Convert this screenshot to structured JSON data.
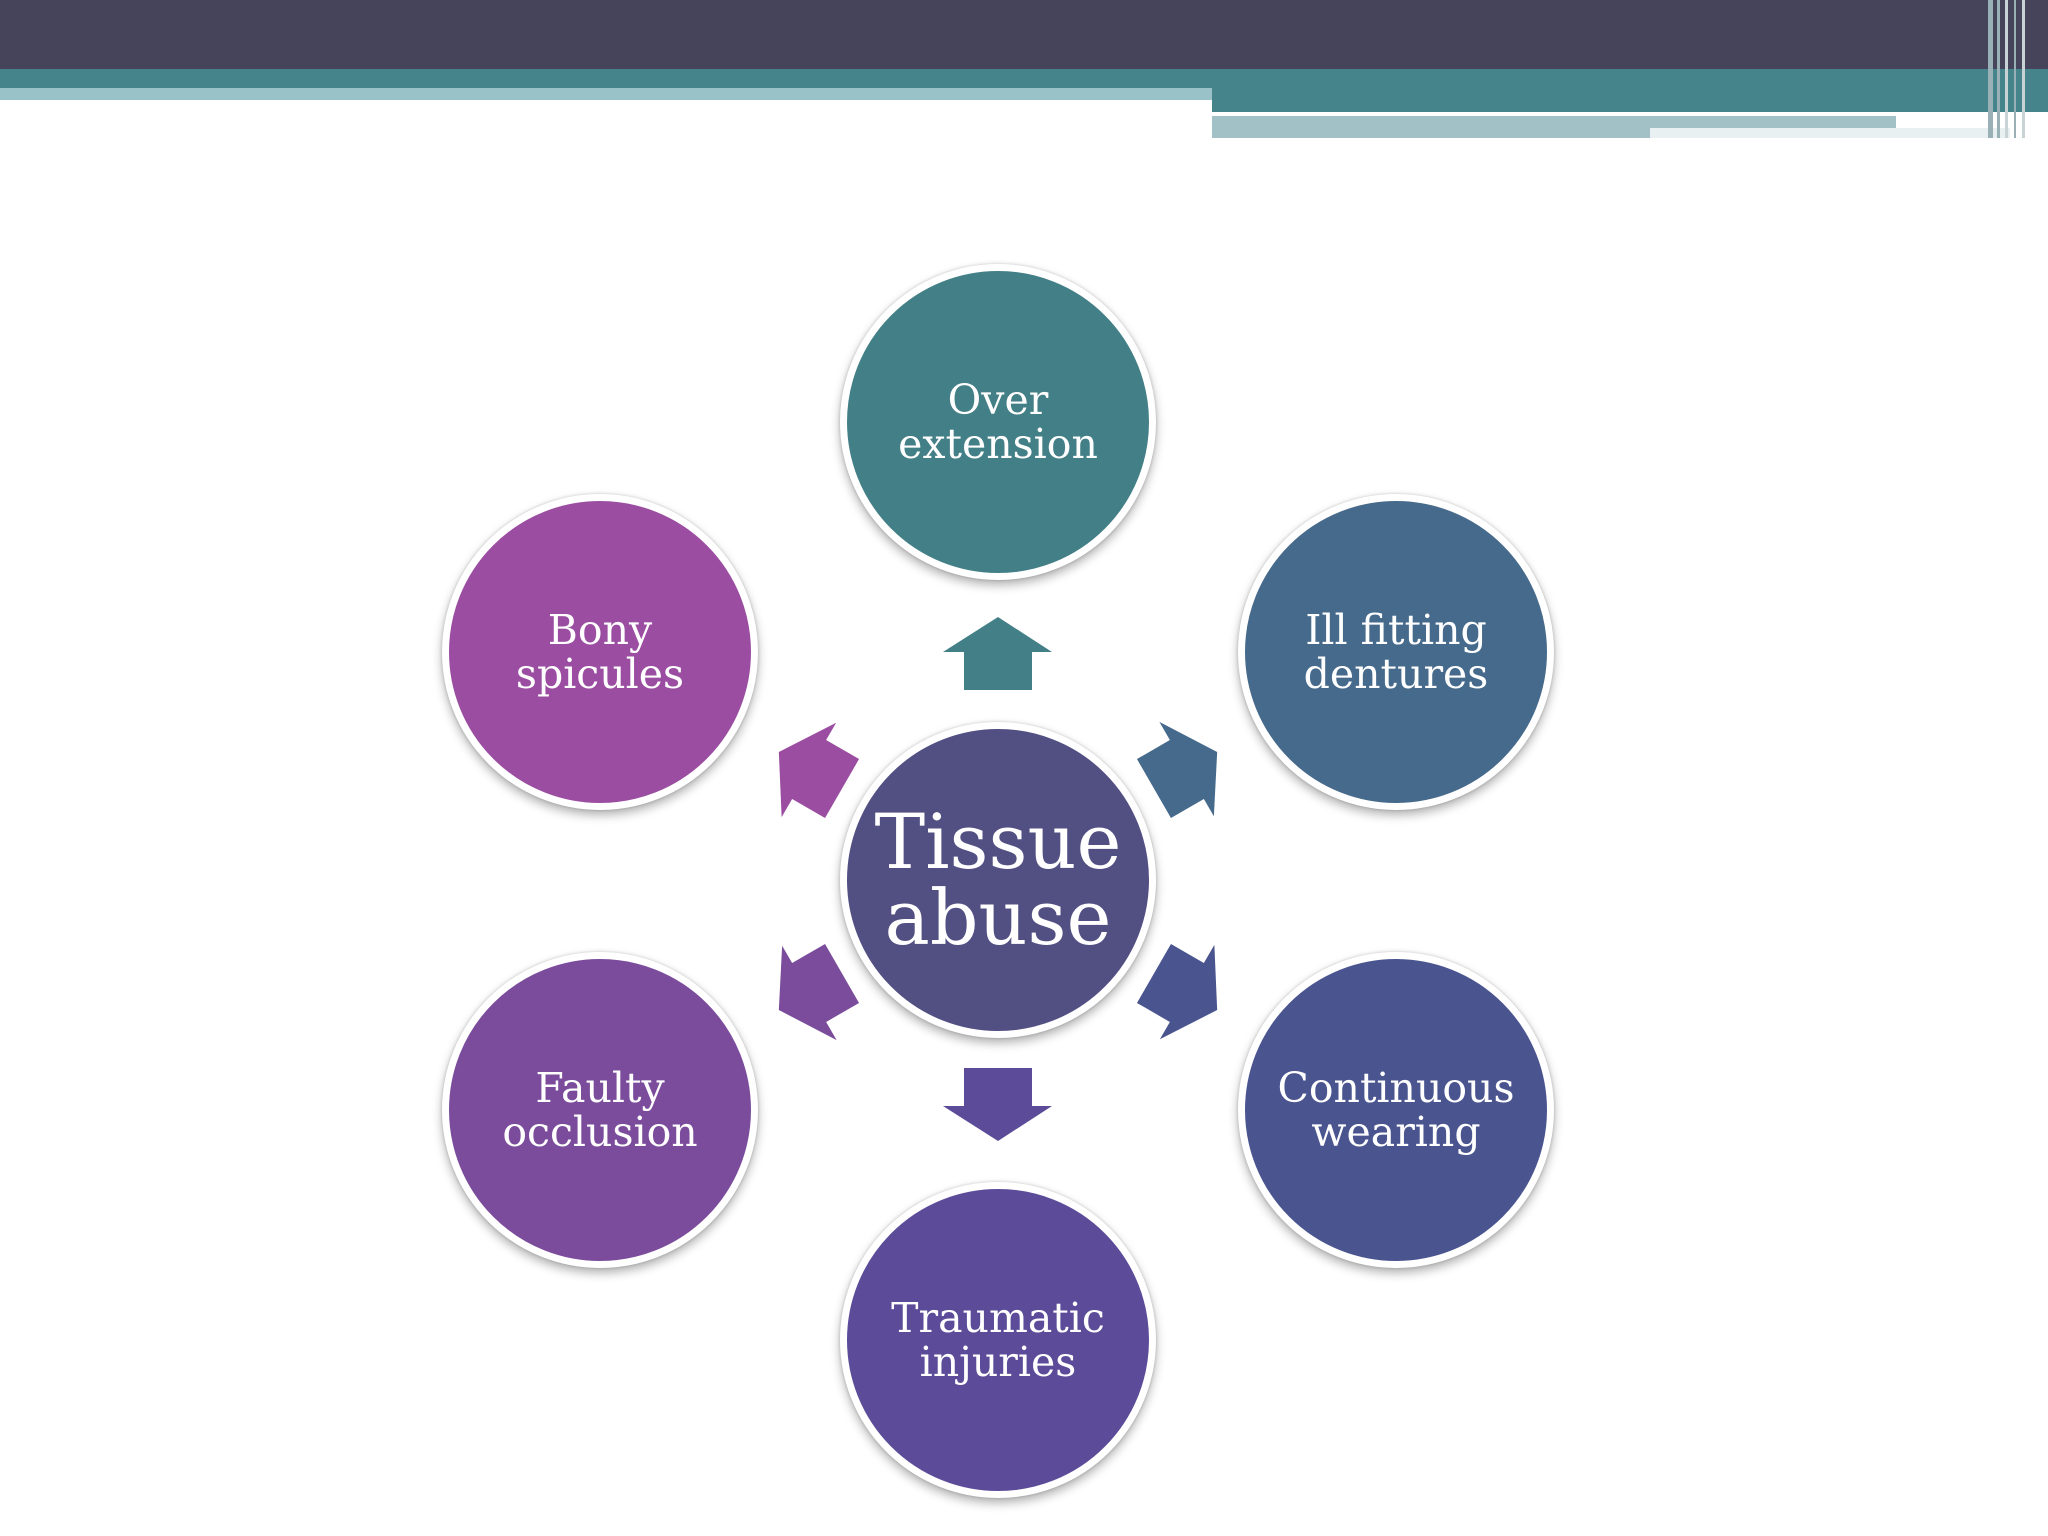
{
  "diagram": {
    "center": {
      "label": "Tissue\nabuse",
      "color": "#525083"
    },
    "nodes": [
      {
        "id": "over-extension",
        "label": "Over\nextension",
        "color": "#437f86"
      },
      {
        "id": "ill-fitting-dentures",
        "label": "Ill fitting\ndentures",
        "color": "#466a8c"
      },
      {
        "id": "continuous-wearing",
        "label": "Continuous\nwearing",
        "color": "#4a5590"
      },
      {
        "id": "traumatic-injuries",
        "label": "Traumatic\ninjuries",
        "color": "#5b4b98"
      },
      {
        "id": "faulty-occlusion",
        "label": "Faulty\nocclusion",
        "color": "#7b4c9c"
      },
      {
        "id": "bony-spicules",
        "label": "Bony\nspicules",
        "color": "#9b4ea1"
      }
    ]
  }
}
